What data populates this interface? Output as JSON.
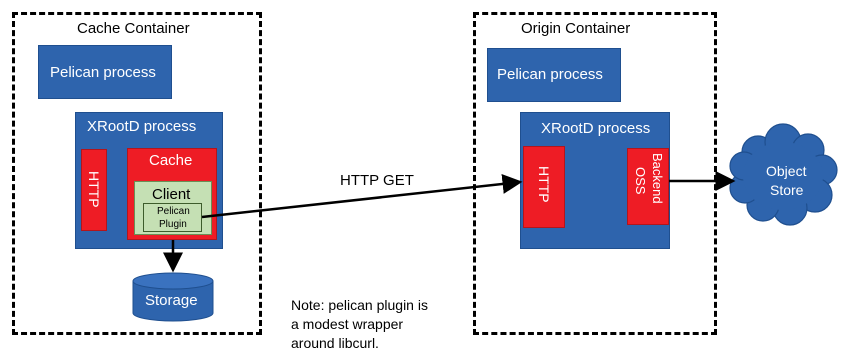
{
  "cache_container": {
    "title": "Cache Container",
    "pelican_process": "Pelican process",
    "xrootd_process": "XRootD process",
    "http": "HTTP",
    "cache": "Cache",
    "client": "Client",
    "pelican_plugin_line1": "Pelican",
    "pelican_plugin_line2": "Plugin",
    "storage": "Storage"
  },
  "origin_container": {
    "title": "Origin Container",
    "pelican_process": "Pelican process",
    "xrootd_process": "XRootD process",
    "http": "HTTP",
    "backend_line1": "Backend",
    "backend_line2": "OSS"
  },
  "object_store": {
    "line1": "Object",
    "line2": "Store"
  },
  "connection_label": "HTTP GET",
  "note": "Note: pelican plugin is\na modest wrapper\naround libcurl.",
  "colors": {
    "process_blue": "#2e64ad",
    "component_red": "#ee1c25",
    "client_green": "#c5e0b4",
    "border_black": "#000000"
  }
}
